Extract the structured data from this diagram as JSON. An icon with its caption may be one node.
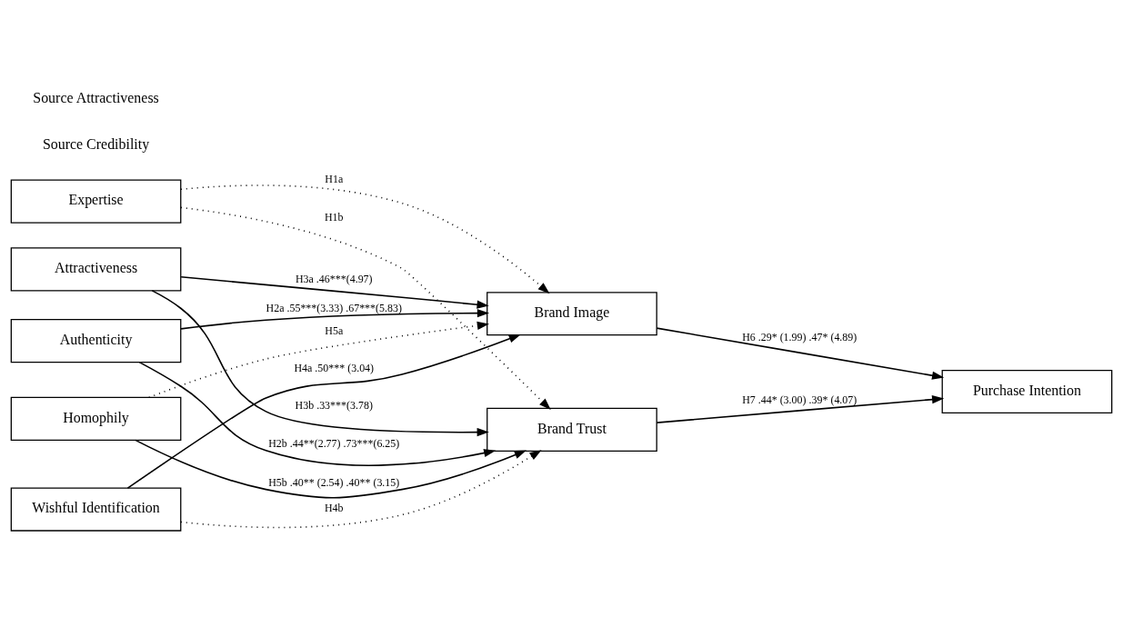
{
  "diagram": {
    "nodes": [
      {
        "text": [
          "Expertise"
        ]
      },
      {
        "text": [
          "Authenticity"
        ]
      },
      {
        "text": [
          "Attractiveness"
        ]
      },
      {
        "text": [
          "Wishful Identification"
        ]
      },
      {
        "text": [
          "Homophily"
        ]
      },
      {
        "text": [
          "Brand Image"
        ]
      },
      {
        "text": [
          "Brand Trust"
        ]
      },
      {
        "text": [
          "Purchase Intention"
        ]
      }
    ],
    "edges": [
      {
        "from": 0,
        "to": 5,
        "arrow": "to",
        "style": "dashed",
        "label": "H1a"
      },
      {
        "from": 0,
        "to": 6,
        "arrow": "to",
        "style": "dashed",
        "label": "H1b"
      },
      {
        "from": 1,
        "to": 5,
        "arrow": "to",
        "label": "H2a .55***(3.33) .67***(5.83)"
      },
      {
        "from": 1,
        "to": 6,
        "arrow": "to",
        "label": "H2b .44**(2.77) .73***(6.25)"
      },
      {
        "from": 2,
        "to": 5,
        "arrow": "to",
        "label": "H3a .46***(4.97)"
      },
      {
        "from": 2,
        "to": 6,
        "arrow": "to",
        "label": "H3b .33***(3.78)"
      },
      {
        "from": 3,
        "to": 5,
        "arrow": "to",
        "label": "H4a .50*** (3.04)"
      },
      {
        "from": 3,
        "to": 6,
        "arrow": "to",
        "style": "dashed",
        "label": "H4b"
      },
      {
        "from": 4,
        "to": 5,
        "arrow": "to",
        "style": "dashed",
        "label": "H5a"
      },
      {
        "from": 4,
        "to": 6,
        "arrow": "to",
        "label": "H5b .40** (2.54) .40** (3.15)"
      },
      {
        "from": 5,
        "to": 7,
        "arrow": "to",
        "label": "H6 .29* (1.99) .47* (4.89)"
      },
      {
        "from": 6,
        "to": 7,
        "arrow": "to",
        "label": "H7 .44* (3.00) .39* (4.07)"
      }
    ],
    "labels": [
      "Source Credibility",
      "Source Attractiveness"
    ]
  }
}
